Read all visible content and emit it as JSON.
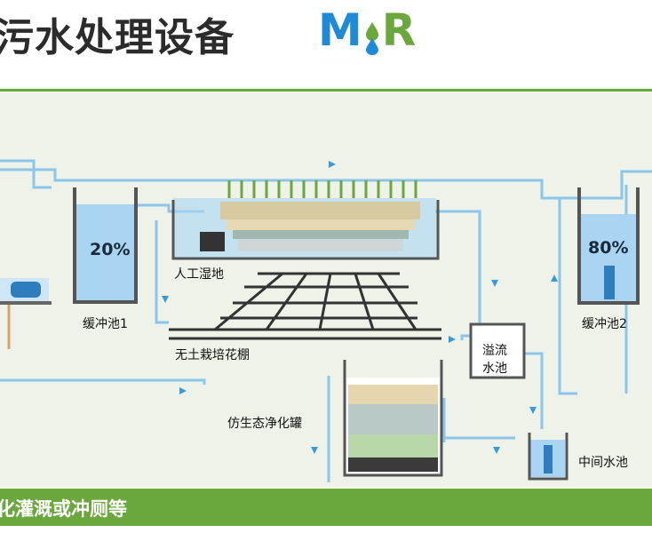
{
  "header": {
    "title": "污水处理设备",
    "logo": {
      "left": "M",
      "right": "R"
    }
  },
  "diagram": {
    "buffer_tank_1": {
      "label": "缓冲池1",
      "level": "20%"
    },
    "buffer_tank_2": {
      "label": "缓冲池2",
      "level": "80%"
    },
    "wetland": {
      "label": "人工湿地"
    },
    "soilless_shed": {
      "label": "无土栽培花棚"
    },
    "overflow_tank": {
      "label_line1": "溢流",
      "label_line2": "水池"
    },
    "purification_tank": {
      "label": "仿生态净化罐"
    },
    "middle_tank": {
      "label": "中间水池"
    }
  },
  "footer": {
    "text": "化灌溉或冲厕等"
  },
  "colors": {
    "green": "#6aa83e",
    "blue": "#1f8ad6",
    "pipe": "#8cc6ec",
    "water": "#a9d5f3",
    "tank_wall": "#555555"
  }
}
